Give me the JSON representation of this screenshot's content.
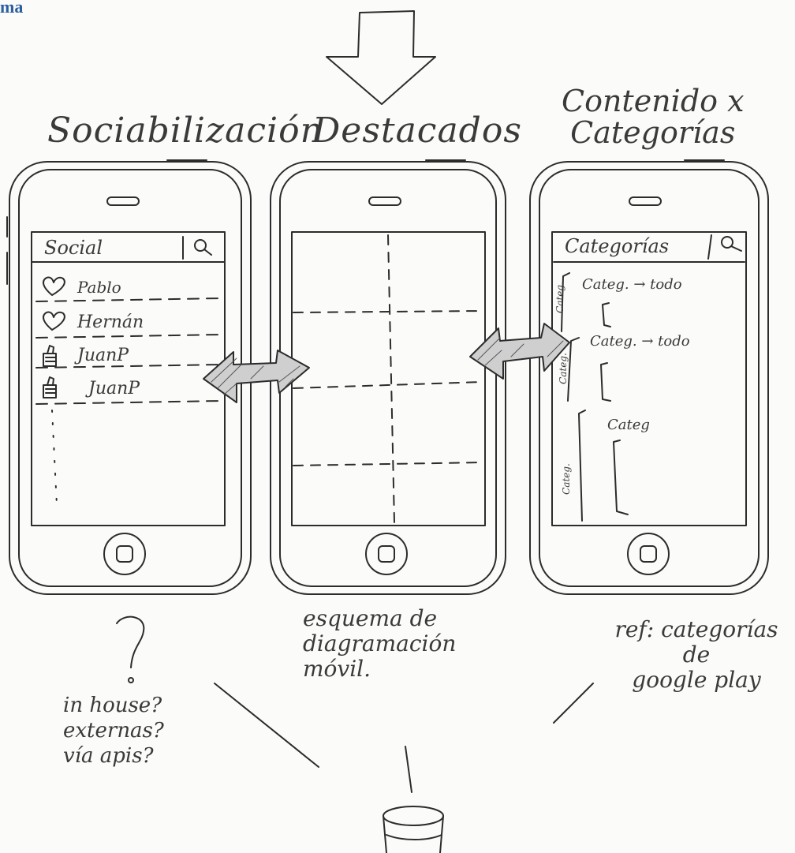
{
  "corner_text": "ma",
  "columns": [
    {
      "title": "Sociabilización"
    },
    {
      "title": "Destacados"
    },
    {
      "title": "Contenido x\nCategorías"
    }
  ],
  "social_screen": {
    "header": "Social",
    "items": [
      {
        "icon": "heart-icon",
        "name": "Pablo"
      },
      {
        "icon": "heart-icon",
        "name": "Hernán"
      },
      {
        "icon": "thumbs-up-icon",
        "name": "JuanP"
      },
      {
        "icon": "thumbs-up-icon",
        "name": "JuanP"
      }
    ]
  },
  "categorias_screen": {
    "header": "Categorías",
    "rows": [
      {
        "label": "Categ. → todo",
        "side": "Categ."
      },
      {
        "label": "Categ. → todo",
        "side": "Categ."
      },
      {
        "label": "Categ",
        "side": "Categ."
      }
    ]
  },
  "notes": {
    "middle": "esquema de\ndiagramación\nmóvil.",
    "right": "ref: categorías de\ngoogle play",
    "left_mark": "?",
    "left": "in house?\nexternas?\nvía apis?"
  }
}
